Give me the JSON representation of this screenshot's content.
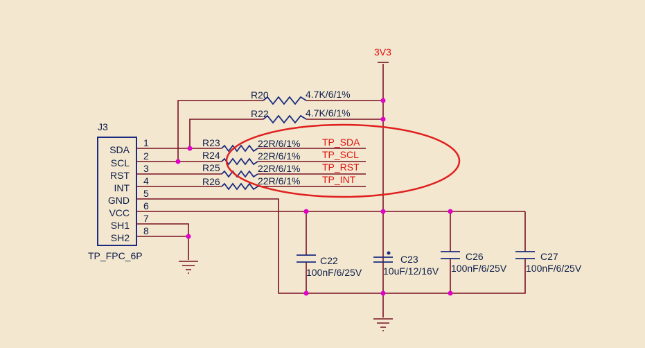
{
  "connector": {
    "ref": "J3",
    "part": "TP_FPC_6P",
    "pins": [
      {
        "num": "1",
        "name": "SDA"
      },
      {
        "num": "2",
        "name": "SCL"
      },
      {
        "num": "3",
        "name": "RST"
      },
      {
        "num": "4",
        "name": "INT"
      },
      {
        "num": "5",
        "name": "GND"
      },
      {
        "num": "6",
        "name": "VCC"
      },
      {
        "num": "7",
        "name": "SH1"
      },
      {
        "num": "8",
        "name": "SH2"
      }
    ]
  },
  "power": {
    "label": "3V3"
  },
  "pullups": [
    {
      "ref": "R20",
      "value": "4.7K/6/1%"
    },
    {
      "ref": "R22",
      "value": "4.7K/6/1%"
    }
  ],
  "series_resistors": [
    {
      "ref": "R23",
      "value": "22R/6/1%",
      "net": "TP_SDA"
    },
    {
      "ref": "R24",
      "value": "22R/6/1%",
      "net": "TP_SCL"
    },
    {
      "ref": "R25",
      "value": "22R/6/1%",
      "net": "TP_RST"
    },
    {
      "ref": "R26",
      "value": "22R/6/1%",
      "net": "TP_INT"
    }
  ],
  "capacitors": [
    {
      "ref": "C22",
      "value": "100nF/6/25V"
    },
    {
      "ref": "C23",
      "value": "10uF/12/16V"
    },
    {
      "ref": "C26",
      "value": "100nF/6/25V"
    },
    {
      "ref": "C27",
      "value": "100nF/6/25V"
    }
  ],
  "colors": {
    "wire": "#7a1022",
    "junction": "#e000c8",
    "annotation": "#e02020",
    "background": "#f3e8cf"
  }
}
